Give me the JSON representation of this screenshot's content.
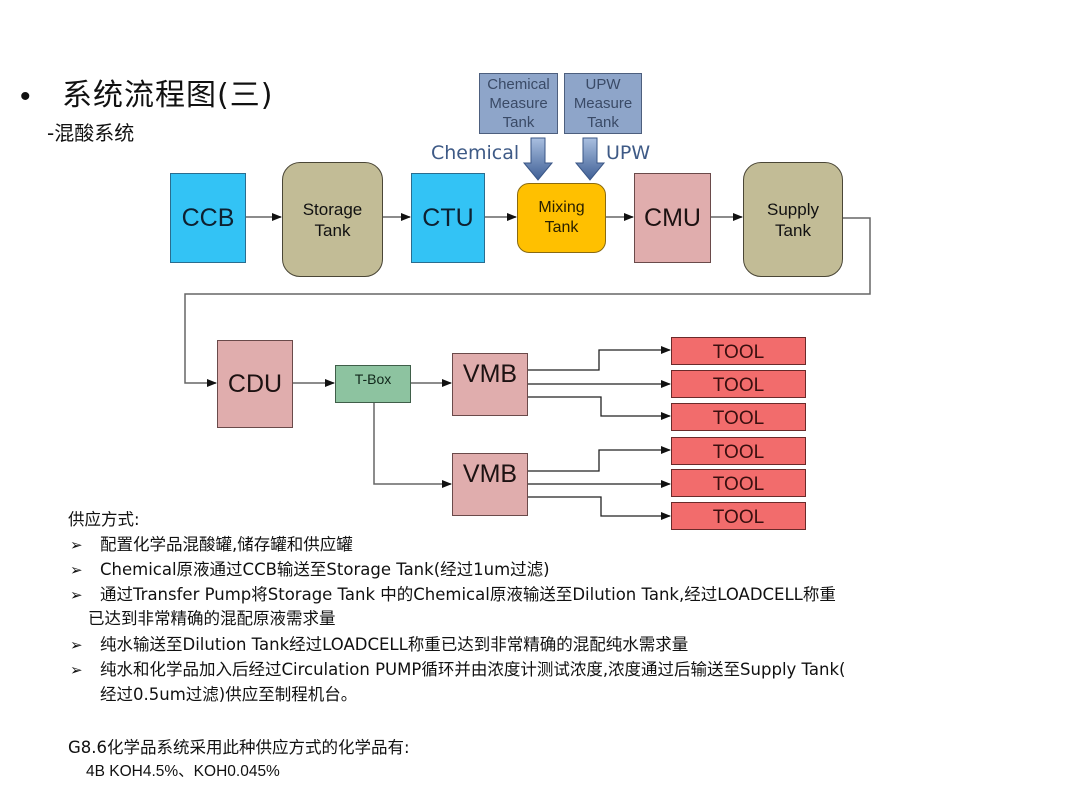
{
  "slide": {
    "bullet": "•",
    "title": "系统流程图(三)",
    "subtitle": "-混酸系统"
  },
  "diagram": {
    "colors": {
      "unit_blue": "#33C3F5",
      "tank_khaki": "#C2BC96",
      "mixing_amber": "#FFC000",
      "module_pink": "#E0ADAD",
      "measure_slate": "#8EA5C9",
      "tbox_green": "#8DC3A0",
      "tool_red": "#F26C6C",
      "label_blue": "#3E5A86"
    },
    "nodes": {
      "ccb": "CCB",
      "storage_tank": "Storage Tank",
      "ctu": "CTU",
      "mixing_tank": "Mixing Tank",
      "cmu": "CMU",
      "supply_tank": "Supply Tank",
      "chemical_measure_tank": "Chemical Measure Tank",
      "upw_measure_tank": "UPW Measure Tank",
      "cdu": "CDU",
      "tbox": "T-Box",
      "vmb_1": "VMB",
      "vmb_2": "VMB"
    },
    "tools": [
      "TOOL",
      "TOOL",
      "TOOL",
      "TOOL",
      "TOOL",
      "TOOL"
    ],
    "flow_labels": {
      "chemical": "Chemical",
      "upw": "UPW"
    }
  },
  "notes": {
    "heading": "供应方式:",
    "bullet_glyph": "➢",
    "items": [
      "配置化学品混酸罐,储存罐和供应罐",
      "Chemical原液通过CCB输送至Storage Tank(经过1um过滤)",
      "通过Transfer Pump将Storage Tank 中的Chemical原液输送至Dilution Tank,经过LOADCELL称重",
      "纯水输送至Dilution Tank经过LOADCELL称重已达到非常精确的混配纯水需求量",
      "纯水和化学品加入后经过Circulation PUMP循环并由浓度计测试浓度,浓度通过后输送至Supply Tank("
    ],
    "continuations": {
      "item3": "已达到非常精确的混配原液需求量",
      "item5": "经过0.5um过滤)供应至制程机台。"
    },
    "footer_heading": "G8.6化学品系统采用此种供应方式的化学品有:",
    "footer_items": "4B KOH4.5%、KOH0.045%"
  }
}
